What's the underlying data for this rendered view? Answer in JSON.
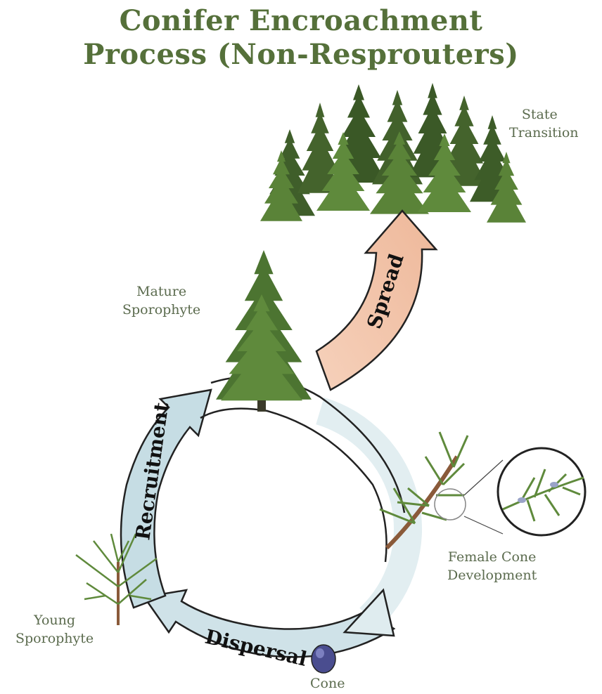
{
  "title": {
    "line1": "Conifer Encroachment",
    "line2": "Process (Non-Resprouters)"
  },
  "stages": {
    "recruitment": "Recruitment",
    "dispersal": "Dispersal",
    "spread": "Spread"
  },
  "labels": {
    "state_transition_1": "State",
    "state_transition_2": "Transition",
    "mature_1": "Mature",
    "mature_2": "Sporophyte",
    "female_1": "Female Cone",
    "female_2": "Development",
    "young_1": "Young",
    "young_2": "Sporophyte",
    "cone": "Cone"
  },
  "colors": {
    "title": "#55703a",
    "label": "#5b6b4e",
    "cycle_arrow": "#cfe2e8",
    "spread_arrow": "#f2c1a4",
    "tree_dark": "#3f5e2a",
    "tree_light": "#5f8a3c",
    "cone": "#4a4d8f"
  }
}
